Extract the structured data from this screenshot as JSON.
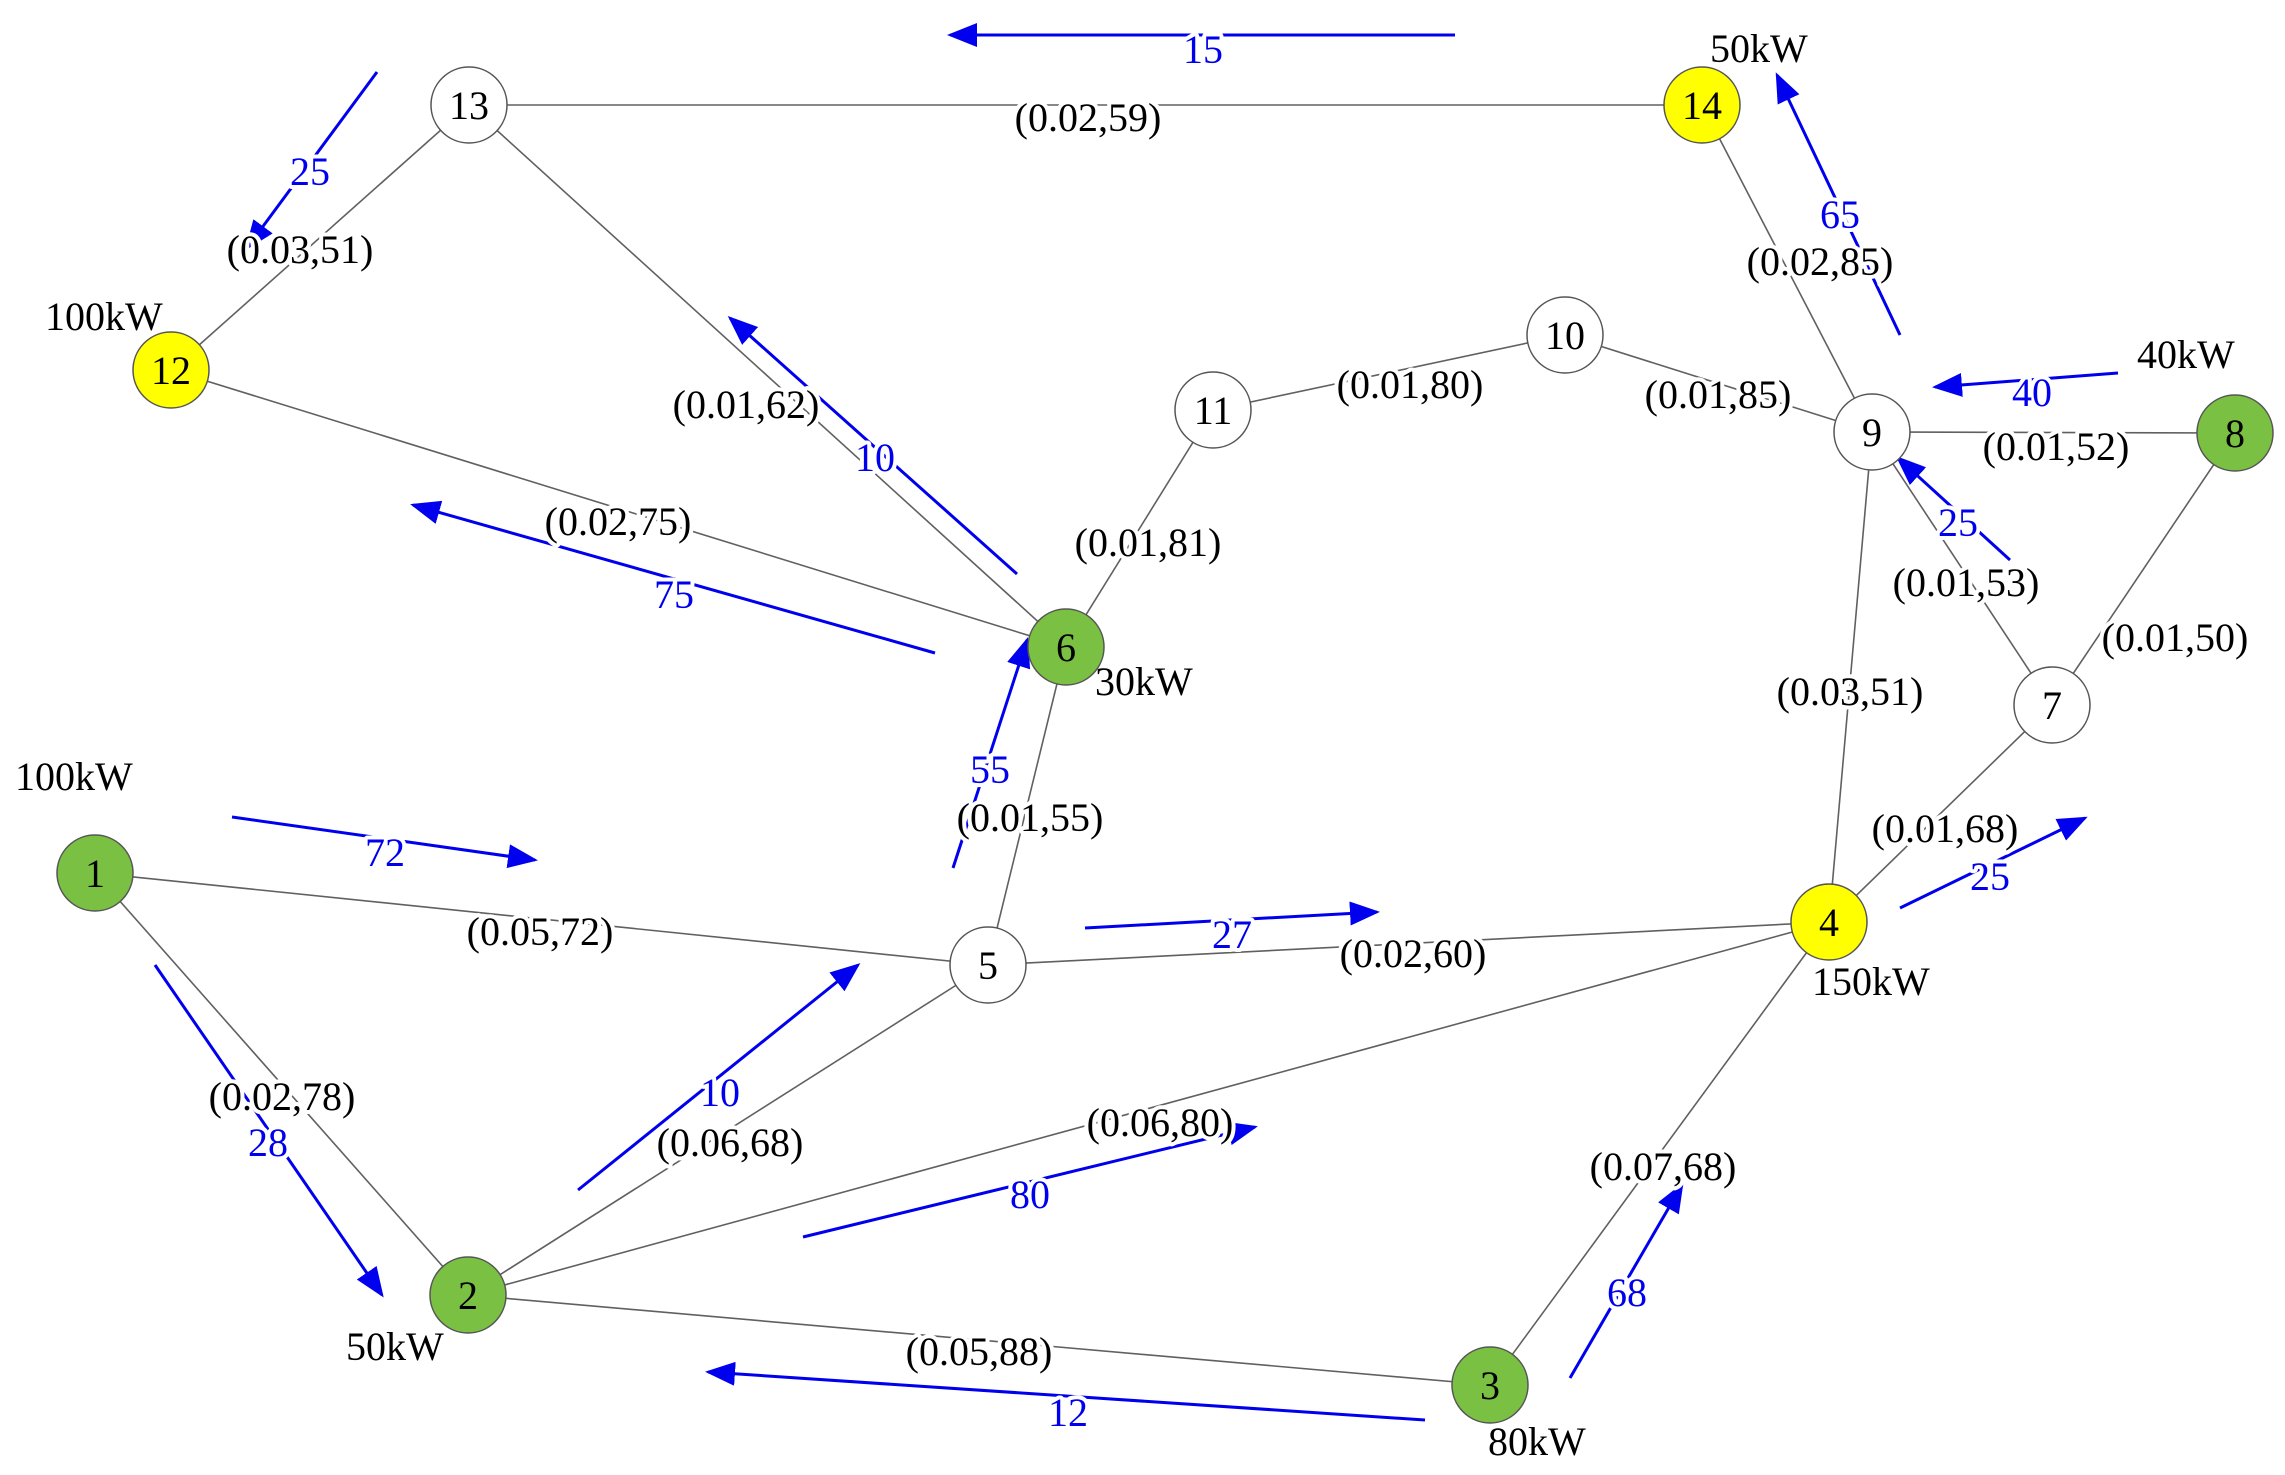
{
  "colors": {
    "generator": "#7ac143",
    "load": "#ffff00",
    "junction": "#ffffff",
    "flow": "#0000ee",
    "edge": "#606060"
  },
  "nodes": [
    {
      "id": "1",
      "kind": "generator",
      "power": "100kW"
    },
    {
      "id": "2",
      "kind": "generator",
      "power": "50kW"
    },
    {
      "id": "3",
      "kind": "generator",
      "power": "80kW"
    },
    {
      "id": "4",
      "kind": "load",
      "power": "150kW"
    },
    {
      "id": "5",
      "kind": "junction",
      "power": ""
    },
    {
      "id": "6",
      "kind": "generator",
      "power": "30kW"
    },
    {
      "id": "7",
      "kind": "junction",
      "power": ""
    },
    {
      "id": "8",
      "kind": "generator",
      "power": "40kW"
    },
    {
      "id": "9",
      "kind": "junction",
      "power": ""
    },
    {
      "id": "10",
      "kind": "junction",
      "power": ""
    },
    {
      "id": "11",
      "kind": "junction",
      "power": ""
    },
    {
      "id": "12",
      "kind": "load",
      "power": "100kW"
    },
    {
      "id": "13",
      "kind": "junction",
      "power": ""
    },
    {
      "id": "14",
      "kind": "load",
      "power": "50kW"
    }
  ],
  "edges": [
    {
      "from": "13",
      "to": "14",
      "label": "(0.02,59)"
    },
    {
      "from": "13",
      "to": "12",
      "label": "(0.03,51)"
    },
    {
      "from": "13",
      "to": "6",
      "label": "(0.01,62)"
    },
    {
      "from": "12",
      "to": "6",
      "label": "(0.02,75)"
    },
    {
      "from": "14",
      "to": "9",
      "label": "(0.02,85)"
    },
    {
      "from": "11",
      "to": "10",
      "label": "(0.01,80)"
    },
    {
      "from": "10",
      "to": "9",
      "label": "(0.01,85)"
    },
    {
      "from": "9",
      "to": "8",
      "label": "(0.01,52)"
    },
    {
      "from": "6",
      "to": "11",
      "label": "(0.01,81)"
    },
    {
      "from": "9",
      "to": "7",
      "label": "(0.01,53)"
    },
    {
      "from": "8",
      "to": "7",
      "label": "(0.01,50)"
    },
    {
      "from": "9",
      "to": "4",
      "label": "(0.03,51)"
    },
    {
      "from": "7",
      "to": "4",
      "label": "(0.01,68)"
    },
    {
      "from": "6",
      "to": "5",
      "label": "(0.01,55)"
    },
    {
      "from": "1",
      "to": "5",
      "label": "(0.05,72)"
    },
    {
      "from": "5",
      "to": "4",
      "label": "(0.02,60)"
    },
    {
      "from": "1",
      "to": "2",
      "label": "(0.02,78)"
    },
    {
      "from": "2",
      "to": "5",
      "label": "(0.06,68)"
    },
    {
      "from": "2",
      "to": "4",
      "label": "(0.06,80)"
    },
    {
      "from": "3",
      "to": "4",
      "label": "(0.07,68)"
    },
    {
      "from": "2",
      "to": "3",
      "label": "(0.05,88)"
    }
  ],
  "flows": [
    {
      "label": "15"
    },
    {
      "label": "25"
    },
    {
      "label": "65"
    },
    {
      "label": "10"
    },
    {
      "label": "75"
    },
    {
      "label": "40"
    },
    {
      "label": "25"
    },
    {
      "label": "55"
    },
    {
      "label": "72"
    },
    {
      "label": "27"
    },
    {
      "label": "25"
    },
    {
      "label": "28"
    },
    {
      "label": "10"
    },
    {
      "label": "80"
    },
    {
      "label": "68"
    },
    {
      "label": "12"
    }
  ]
}
